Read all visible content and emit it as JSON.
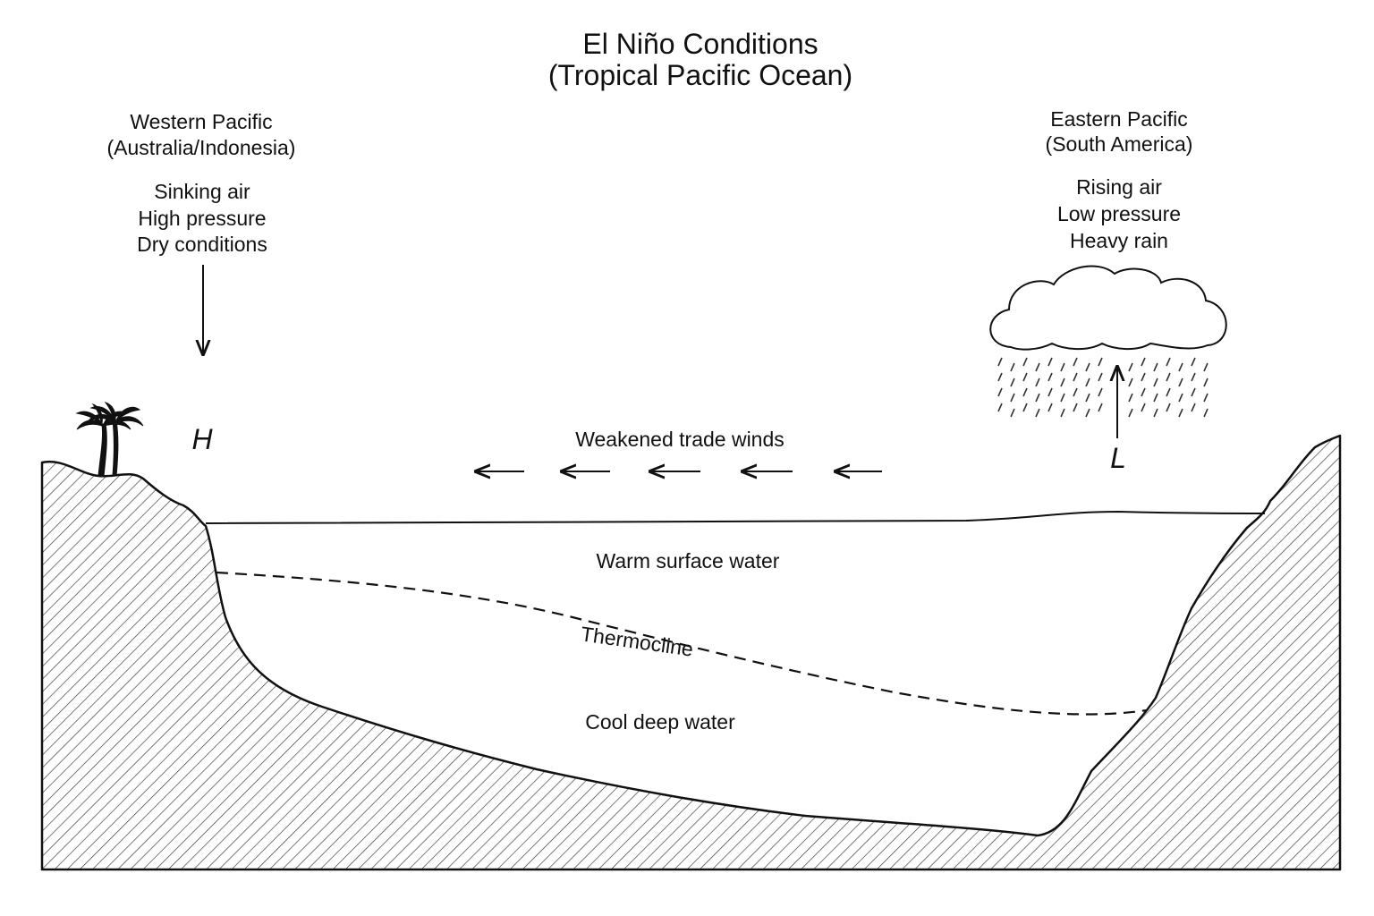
{
  "title": {
    "line1": "El Niño Conditions",
    "line2": "(Tropical Pacific Ocean)"
  },
  "west": {
    "region_line1": "Western Pacific",
    "region_line2": "(Australia/Indonesia)",
    "conditions": [
      "Sinking air",
      "High pressure",
      "Dry conditions"
    ],
    "pressure_symbol": "H"
  },
  "east": {
    "region_line1": "Eastern Pacific",
    "region_line2": "(South America)",
    "conditions": [
      "Rising air",
      "Low pressure",
      "Heavy rain"
    ],
    "pressure_symbol": "L"
  },
  "winds": {
    "label": "Weakened trade winds",
    "direction": "west"
  },
  "ocean": {
    "warm_label": "Warm surface water",
    "thermocline_label": "Thermocline",
    "cool_label": "Cool deep water"
  },
  "icons": [
    "palm-tree-icon",
    "rain-cloud-icon",
    "arrow-down-icon",
    "arrow-up-icon",
    "arrow-left-icon"
  ]
}
